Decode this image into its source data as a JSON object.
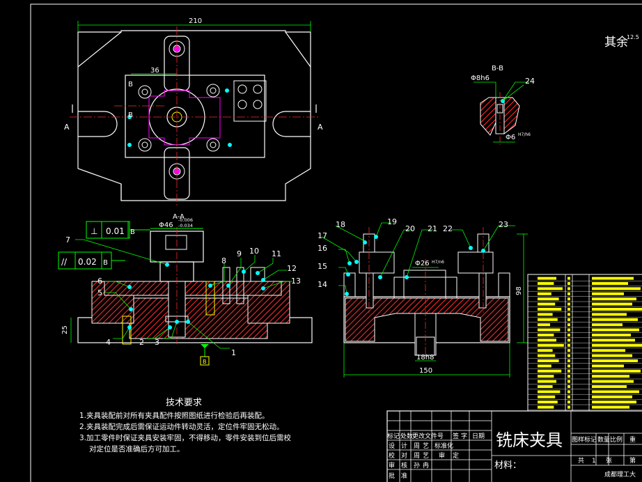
{
  "drawing": {
    "corner_title": "其余",
    "corner_roughness": "12.5",
    "top_width_dim": "210",
    "dim_36": "36",
    "label_A": "A",
    "label_B": "B",
    "section_AA": "A-A",
    "section_BB": "B-B",
    "phi46": "Φ46",
    "phi46_tol_upper": "-0.006",
    "phi46_tol_lower": "-0.034",
    "perp_symbol": "⊥",
    "perp_value": "0.01",
    "perp_datum": "B",
    "para_symbol": "//",
    "para_value": "0.02",
    "para_datum": "B",
    "datum_B": "B",
    "dim_25": "25",
    "phi8h6": "Φ8h6",
    "phi6": "Φ6",
    "phi6_fit": "H7/h6",
    "phi26": "Φ26",
    "phi26_fit": "H7/n6",
    "dim_18h8": "18h8",
    "dim_150": "150",
    "dim_98": "98"
  },
  "part_numbers": [
    "1",
    "2",
    "3",
    "4",
    "5",
    "6",
    "7",
    "8",
    "9",
    "10",
    "11",
    "12",
    "13",
    "14",
    "15",
    "16",
    "17",
    "18",
    "19",
    "20",
    "21",
    "22",
    "23",
    "24"
  ],
  "tech_requirements": {
    "heading": "技术要求",
    "items": [
      "1.夹具装配前对所有夹具配件按照图纸进行检验后再装配。",
      "2.夹具装配完成后需保证运动件转动灵活，定位件牢固无松动。",
      "3.加工零件时保证夹具安装牢固，不得移动，零件安装到位后需校",
      "对定位是否准确后方可加工。"
    ]
  },
  "title_block": {
    "title": "铣床夹具",
    "material_label": "材料：",
    "school": "成都理工大",
    "headers": [
      "标记",
      "处数",
      "更改文件号",
      "签",
      "字",
      "日期"
    ],
    "rows": [
      [
        "设",
        "计",
        "周",
        "艺",
        "标准化"
      ],
      [
        "校",
        "对",
        "周",
        "艺",
        "审",
        "定"
      ],
      [
        "审",
        "核",
        "孙",
        "冉"
      ],
      [
        "批",
        "准"
      ]
    ],
    "right_headers": [
      "图样标记",
      "数量",
      "比例",
      "重"
    ],
    "sheet": [
      "共",
      "1",
      "张",
      "第"
    ]
  },
  "colors": {
    "background": "#000000",
    "outline": "#ffffff",
    "center_line": "#ff2a2a",
    "dimension": "#00ff00",
    "hidden": "#ff00ff",
    "hatch": "#ff2a2a",
    "leader": "#00ffff",
    "yellow": "#ffff00"
  }
}
